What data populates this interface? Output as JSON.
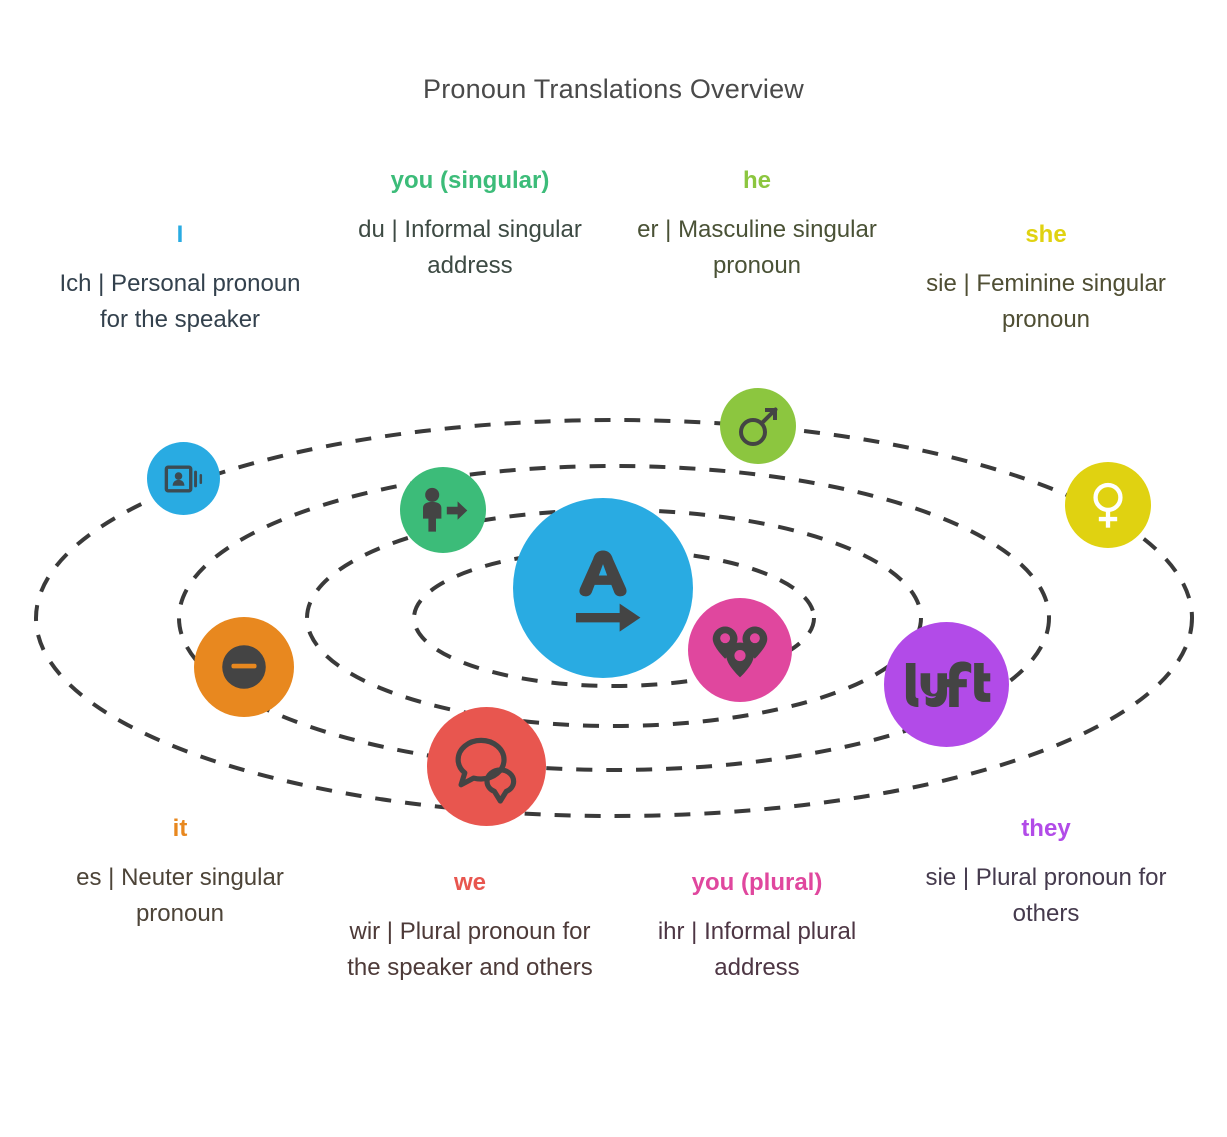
{
  "header": {
    "title": "Pronoun Translations Overview"
  },
  "palette": {
    "blue": "#29ABE2",
    "green": "#3CBC79",
    "olive": "#8CC63F",
    "yellow": "#E0D211",
    "orange": "#E8881F",
    "red": "#E8564F",
    "pink": "#E0479E",
    "purple": "#B24BE8",
    "node_glyph_dark": "#444444",
    "orbit_dash": "#3A3A3A",
    "title_text": "#4a4a4a"
  },
  "diagram": {
    "center_node": {
      "icon": "translate-icon",
      "color": "#29ABE2"
    },
    "orbit_count": 4,
    "nodes": [
      {
        "id": "i",
        "icon": "id-card-icon",
        "color": "#29ABE2"
      },
      {
        "id": "you-singular",
        "icon": "person-arrow-icon",
        "color": "#3CBC79"
      },
      {
        "id": "he",
        "icon": "male-symbol-icon",
        "color": "#8CC63F"
      },
      {
        "id": "she",
        "icon": "female-symbol-icon",
        "color": "#E0D211"
      },
      {
        "id": "it",
        "icon": "neuter-minus-icon",
        "color": "#E8881F"
      },
      {
        "id": "we",
        "icon": "speech-bubbles-icon",
        "color": "#E8564F"
      },
      {
        "id": "you-plural",
        "icon": "map-pins-icon",
        "color": "#E0479E"
      },
      {
        "id": "they",
        "icon": "lyft-logo-icon",
        "color": "#B24BE8"
      }
    ]
  },
  "labels": {
    "i": {
      "term": "I",
      "term_color": "#29ABE2",
      "desc": "Ich | Personal pronoun for the speaker",
      "desc_color": "#33414d"
    },
    "you_singular": {
      "term": "you (singular)",
      "term_color": "#3CBC79",
      "desc": "du | Informal singular address",
      "desc_color": "#3d4a43"
    },
    "he": {
      "term": "he",
      "term_color": "#8CC63F",
      "desc": "er | Masculine singular pronoun",
      "desc_color": "#4a5236"
    },
    "she": {
      "term": "she",
      "term_color": "#E0D211",
      "desc": "sie | Feminine singular pronoun",
      "desc_color": "#4f4e33"
    },
    "it": {
      "term": "it",
      "term_color": "#E8881F",
      "desc": "es | Neuter singular pronoun",
      "desc_color": "#4d4438"
    },
    "we": {
      "term": "we",
      "term_color": "#E8564F",
      "desc": "wir | Plural pronoun for the speaker and others",
      "desc_color": "#4d3a38"
    },
    "you_plural": {
      "term": "you (plural)",
      "term_color": "#E0479E",
      "desc": "ihr | Informal plural address",
      "desc_color": "#4d3644"
    },
    "they": {
      "term": "they",
      "term_color": "#B24BE8",
      "desc": "sie | Plural pronoun for others",
      "desc_color": "#453a4d"
    }
  }
}
